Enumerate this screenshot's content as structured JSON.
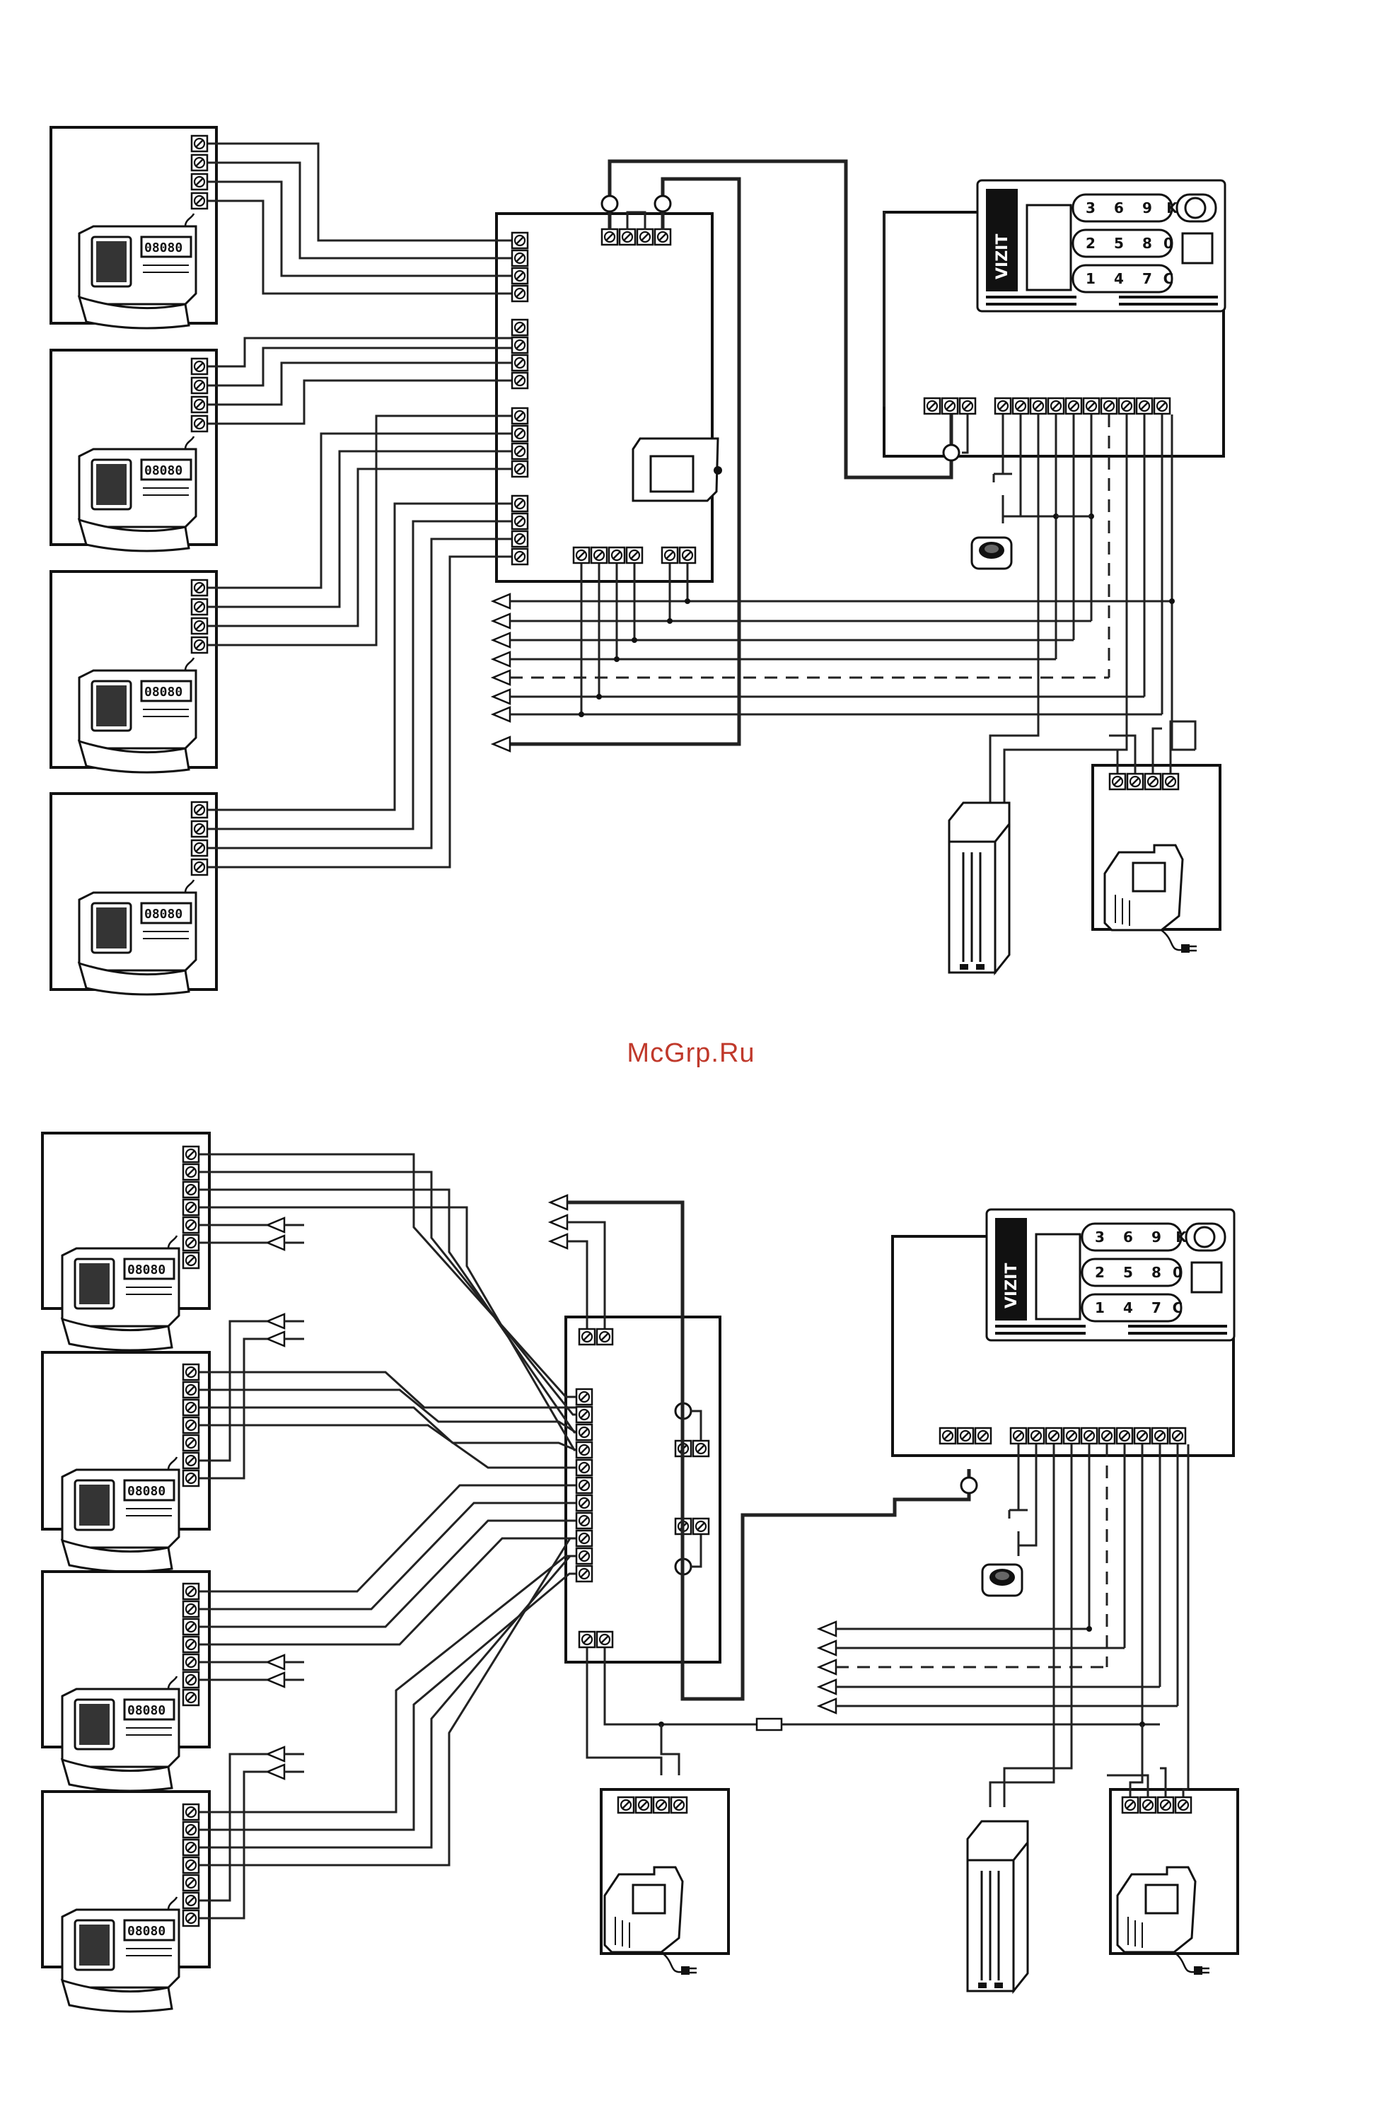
{
  "watermark": "McGrp.Ru",
  "brand_label": "VIZIT",
  "keypad_keys": [
    "3",
    "6",
    "9",
    "K",
    "2",
    "5",
    "8",
    "0",
    "1",
    "4",
    "7",
    "C"
  ],
  "monitor_display": "08080",
  "diagrams": [
    {
      "name": "upper-wiring-diagram",
      "monitors": 4
    },
    {
      "name": "lower-wiring-diagram",
      "monitors": 4
    }
  ]
}
